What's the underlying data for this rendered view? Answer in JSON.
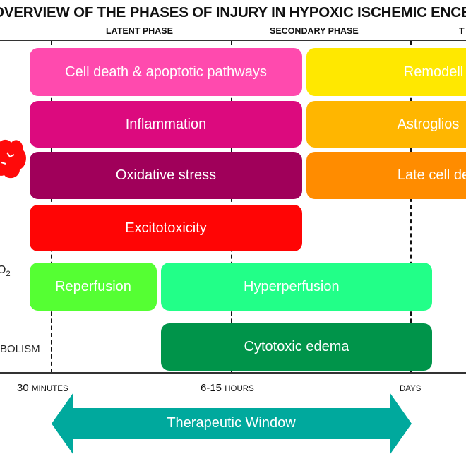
{
  "title": "C OVERVIEW OF THE PHASES OF INJURY IN HYPOXIC ISCHEMIC ENCEP",
  "phases": {
    "latent": "LATENT PHASE",
    "secondary": "SECONDARY PHASE",
    "tertiary": "T"
  },
  "boxes": {
    "cell_death": {
      "label": "Cell death & apoptotic pathways",
      "color": "#ff4aae"
    },
    "remodelling": {
      "label": "Remodell",
      "color": "#ffe800"
    },
    "inflammation": {
      "label": "Inflammation",
      "color": "#dc0a7e"
    },
    "astrogliosis": {
      "label": "Astroglios",
      "color": "#ffb600"
    },
    "oxidative": {
      "label": "Oxidative stress",
      "color": "#a0005a"
    },
    "late_cell_death": {
      "label": "Late cell de",
      "color": "#ff8c00"
    },
    "excitotoxicity": {
      "label": "Excitotoxicity",
      "color": "#ff0505"
    },
    "reperfusion": {
      "label": "Reperfusion",
      "color": "#55ff33"
    },
    "hyperperfusion": {
      "label": "Hyperperfusion",
      "color": "#22ff88"
    },
    "cytotoxic": {
      "label": "Cytotoxic edema",
      "color": "#00944a"
    }
  },
  "side_labels": {
    "o2": "O",
    "o2_sub": "2",
    "metabolism": "BOLISM"
  },
  "ticks": [
    {
      "num": "30",
      "unit": "MINUTES"
    },
    {
      "num": "6-15",
      "unit": "HOURS"
    },
    {
      "num": "",
      "unit": "DAYS"
    }
  ],
  "arrow": {
    "label": "Therapeutic Window",
    "color": "#00a99d"
  },
  "icon": "brain-icon"
}
